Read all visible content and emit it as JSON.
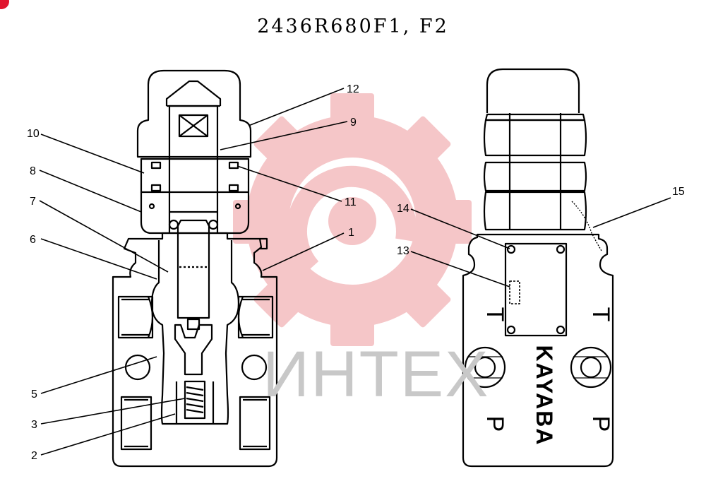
{
  "title": "2436R680F1, F2",
  "watermark": {
    "text": "ИНТЕХ",
    "color": "#f2b3b6"
  },
  "callouts": {
    "c1": "1",
    "c2": "2",
    "c3": "3",
    "c5": "5",
    "c6": "6",
    "c7": "7",
    "c8": "8",
    "c9": "9",
    "c10": "10",
    "c11": "11",
    "c12": "12",
    "c13": "13",
    "c14": "14",
    "c15": "15"
  },
  "marking": {
    "brand": "KAYABA",
    "port_t": "T",
    "port_p": "P"
  }
}
